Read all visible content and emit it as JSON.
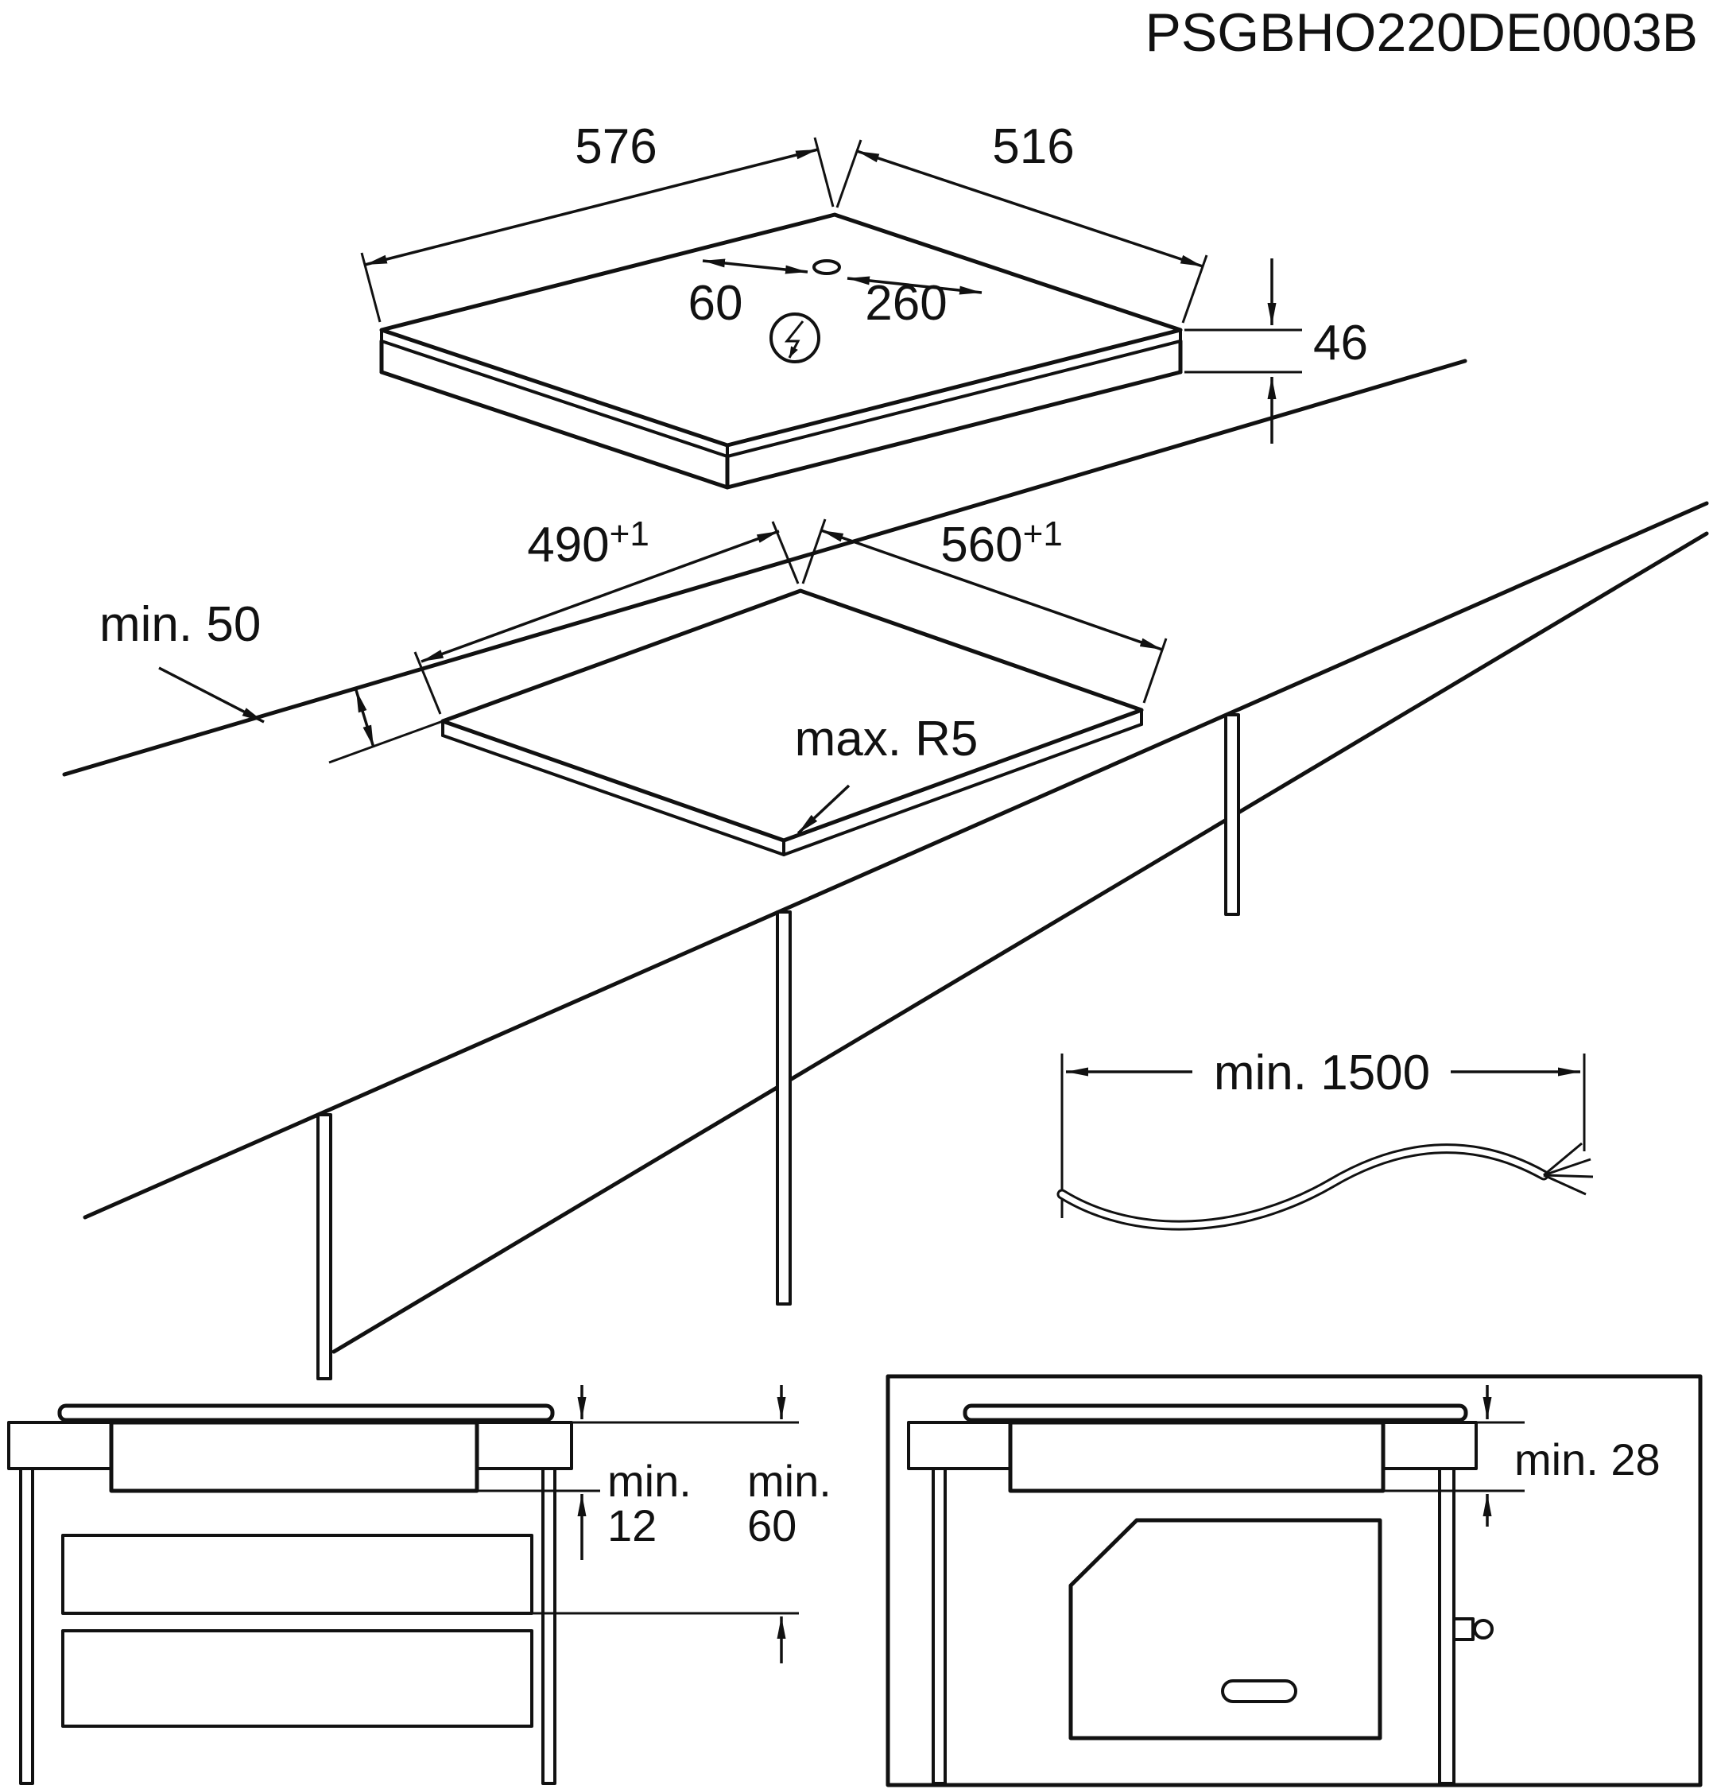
{
  "drawing": {
    "part_number": "PSGBHO220DE0003B"
  },
  "hob": {
    "width_mm": "576",
    "depth_mm": "516",
    "hole_dim_left": "60",
    "hole_dim_right": "260",
    "height_mm": "46"
  },
  "cutout": {
    "depth_value": "490",
    "depth_tolerance": "+1",
    "width_value": "560",
    "width_tolerance": "+1",
    "rear_clearance": "min. 50",
    "corner_radius": "max. R5"
  },
  "cable": {
    "min_length": "min. 1500"
  },
  "clearance_drawer": {
    "label1_top": "min.",
    "label1_value": "12",
    "label2_top": "min.",
    "label2_value": "60"
  },
  "clearance_oven": {
    "label": "min. 28"
  }
}
